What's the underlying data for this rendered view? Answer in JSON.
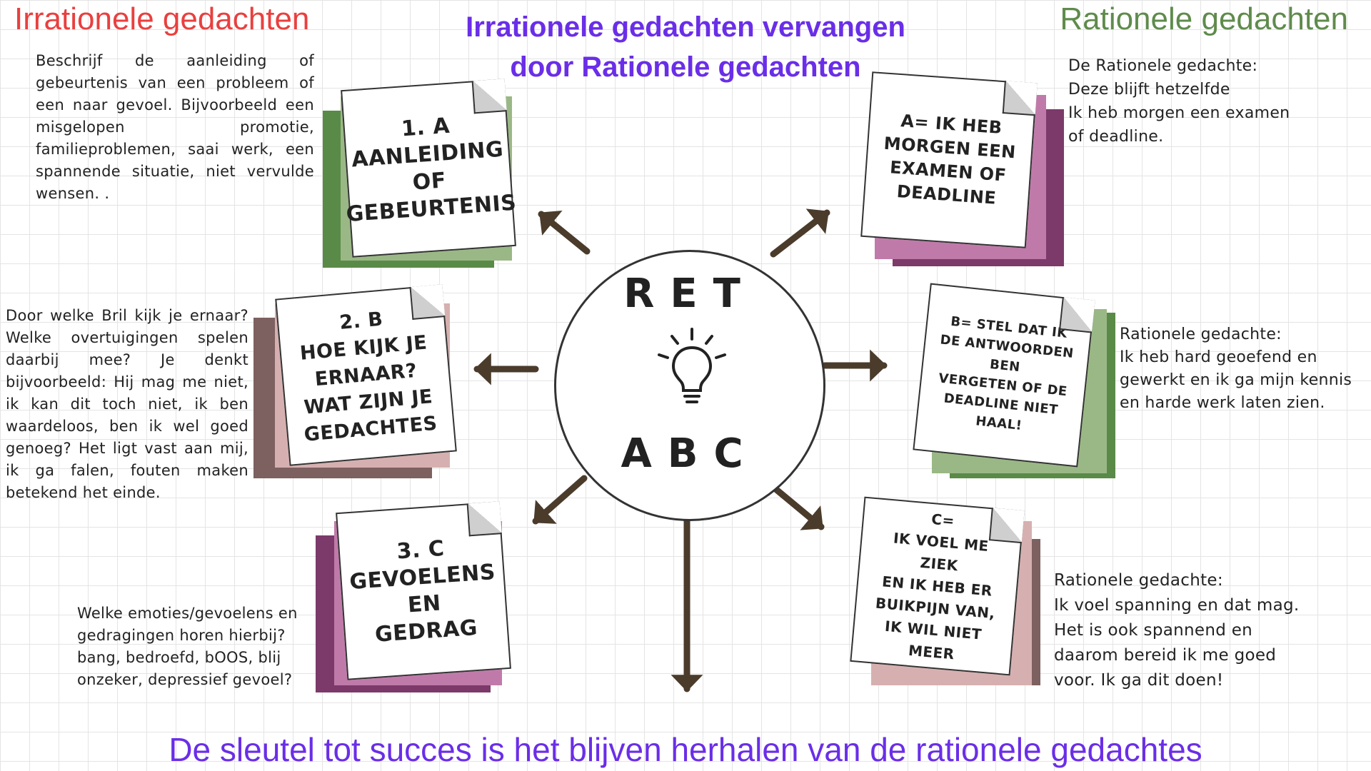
{
  "headers": {
    "left": "Irrationele gedachten",
    "center_line1": "Irrationele gedachten vervangen",
    "center_line2": "door Rationele gedachten",
    "right": "Rationele gedachten"
  },
  "center": {
    "top_text": "RET",
    "bottom_text": "ABC",
    "icon": "lightbulb-icon"
  },
  "cards": {
    "a": {
      "line1": "1.      A",
      "line2": "AANLEIDING OF",
      "line3": "GEBEURTENIS"
    },
    "b": {
      "line1": "2.      B",
      "line2": "HOE KIJK JE",
      "line3": "ERNAAR?",
      "line4": "WAT ZIJN JE",
      "line5": "GEDACHTES"
    },
    "c": {
      "line1": "3.      C",
      "line2": "GEVOELENS",
      "line3": "EN GEDRAG"
    },
    "ra": {
      "line1": "A= IK HEB",
      "line2": "MORGEN EEN",
      "line3": "EXAMEN OF",
      "line4": "DEADLINE"
    },
    "rb": {
      "line1": "B= STEL DAT IK",
      "line2": "DE ANTWOORDEN BEN",
      "line3": "VERGETEN OF DE",
      "line4": "DEADLINE NIET HAAL!"
    },
    "rc": {
      "line1": "C=",
      "line2": "IK VOEL ME ZIEK",
      "line3": "EN IK HEB ER",
      "line4": "BUIKPIJN VAN,",
      "line5": "IK WIL NIET MEER"
    }
  },
  "notes": {
    "a": "Beschrijf de aanleiding of gebeurtenis van een probleem of een naar gevoel. Bijvoorbeeld een misgelopen promotie, familieproblemen, saai werk, een spannende situatie, niet vervulde wensen.  .",
    "b": "Door welke Bril kijk je ernaar? Welke overtuigingen spelen daarbij mee? Je denkt bijvoorbeeld: Hij mag me niet, ik kan dit toch niet, ik ben waardeloos, ben ik wel goed genoeg? Het ligt vast aan mij, ik ga falen, fouten maken betekend het einde.",
    "c_line1": "Welke emoties/gevoelens en",
    "c_line2": "gedragingen horen hierbij?",
    "c_line3": "bang, bedroefd, bOOS, blij",
    "c_line4": "onzeker, depressief gevoel?",
    "ra_line1": "De Rationele gedachte:",
    "ra_line2": "Deze blijft hetzelfde",
    "ra_line3": "Ik heb morgen een examen",
    "ra_line4": "of deadline.",
    "rb_line1": "Rationele gedachte:",
    "rb_line2": "Ik heb hard geoefend en",
    "rb_line3": "gewerkt en ik ga mijn kennis",
    "rb_line4": "en harde werk laten zien.",
    "rc_line1": "Rationele gedachte:",
    "rc_line2": "Ik voel spanning en dat mag.",
    "rc_line3": "Het is ook spannend en",
    "rc_line4": "daarom bereid ik me goed",
    "rc_line5": "voor. Ik ga dit doen!"
  },
  "footer": "De sleutel tot succes is het blijven herhalen van de rationele gedachtes",
  "colors": {
    "irrational": "#e8403f",
    "rational": "#5f8b4c",
    "title": "#6a2ee8",
    "arrow": "#4a3b2b",
    "green_dark": "#5a8a47",
    "green_light": "#9ab885",
    "purple_dark": "#7b3a6a",
    "purple_light": "#c07aaa",
    "mauve_dark": "#7d6060",
    "mauve_light": "#d6b0b0"
  }
}
